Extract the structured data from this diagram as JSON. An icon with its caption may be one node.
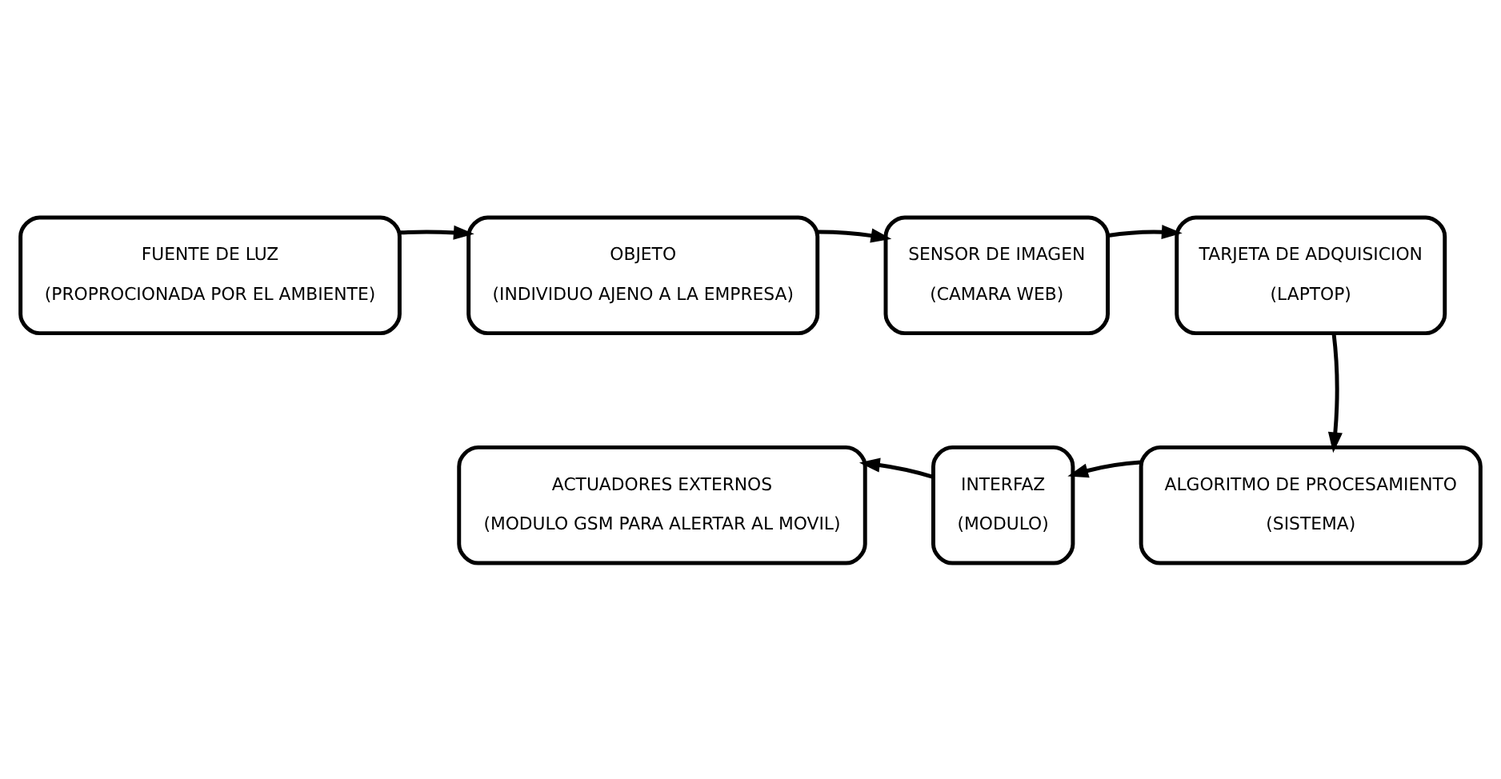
{
  "diagram": {
    "nodes": [
      {
        "text": [
          "FUENTE DE LUZ",
          "(PROPROCIONADA POR EL AMBIENTE)"
        ]
      },
      {
        "text": [
          "OBJETO",
          "(INDIVIDUO AJENO A LA EMPRESA)"
        ]
      },
      {
        "text": [
          "SENSOR DE IMAGEN",
          "(CAMARA WEB)"
        ]
      },
      {
        "text": [
          "TARJETA DE ADQUISICION",
          "(LAPTOP)"
        ]
      },
      {
        "text": [
          "ALGORITMO DE PROCESAMIENTO",
          "(SISTEMA)"
        ]
      },
      {
        "text": [
          "INTERFAZ",
          "(MODULO)"
        ]
      },
      {
        "text": [
          "ACTUADORES EXTERNOS",
          "(MODULO GSM PARA ALERTAR AL MOVIL)"
        ]
      }
    ],
    "edges": [
      {
        "from": 0,
        "to": 1,
        "arrow": "to"
      },
      {
        "from": 1,
        "to": 2,
        "arrow": "to"
      },
      {
        "from": 2,
        "to": 3,
        "arrow": "to"
      },
      {
        "from": 3,
        "to": 4,
        "arrow": "to"
      },
      {
        "from": 4,
        "to": 5,
        "arrow": "to"
      },
      {
        "from": 5,
        "to": 6,
        "arrow": "to"
      }
    ]
  }
}
